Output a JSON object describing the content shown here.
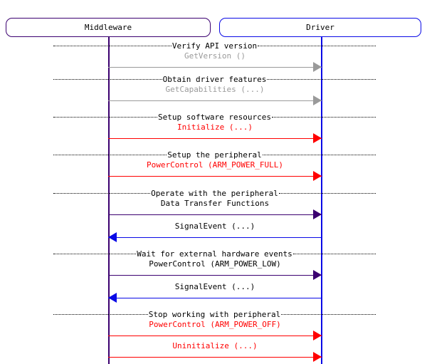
{
  "diagram": {
    "type": "uml-sequence-diagram",
    "colors": {
      "middleware_accent": "#3b0070",
      "driver_accent": "#0a0ae6",
      "call_red": "#ff0000",
      "inactive_gray": "#9a9a9a",
      "text": "#000000",
      "background": "#ffffff"
    },
    "actors": [
      {
        "id": "middleware",
        "label": "Middleware"
      },
      {
        "id": "driver",
        "label": "Driver"
      }
    ],
    "sections": [
      {
        "caption": "Verify API version"
      },
      {
        "caption": "Obtain driver features"
      },
      {
        "caption": "Setup software resources"
      },
      {
        "caption": "Setup the peripheral"
      },
      {
        "caption": "Operate with the peripheral"
      },
      {
        "caption": "Wait for external hardware events"
      },
      {
        "caption": "Stop working with peripheral"
      }
    ],
    "messages": [
      {
        "label": "GetVersion ()",
        "direction": "right",
        "color": "gray"
      },
      {
        "label": "GetCapabilities (...)",
        "direction": "right",
        "color": "gray"
      },
      {
        "label": "Initialize (...)",
        "direction": "right",
        "color": "red"
      },
      {
        "label": "PowerControl (ARM_POWER_FULL)",
        "direction": "right",
        "color": "red"
      },
      {
        "label": "Data Transfer Functions",
        "direction": "right",
        "color": "purple"
      },
      {
        "label": "SignalEvent (...)",
        "direction": "left",
        "color": "blue"
      },
      {
        "label": "PowerControl (ARM_POWER_LOW)",
        "direction": "right",
        "color": "purple"
      },
      {
        "label": "SignalEvent (...)",
        "direction": "left",
        "color": "blue"
      },
      {
        "label": "PowerControl (ARM_POWER_OFF)",
        "direction": "right",
        "color": "red"
      },
      {
        "label": "Uninitialize (...)",
        "direction": "right",
        "color": "red"
      }
    ]
  }
}
